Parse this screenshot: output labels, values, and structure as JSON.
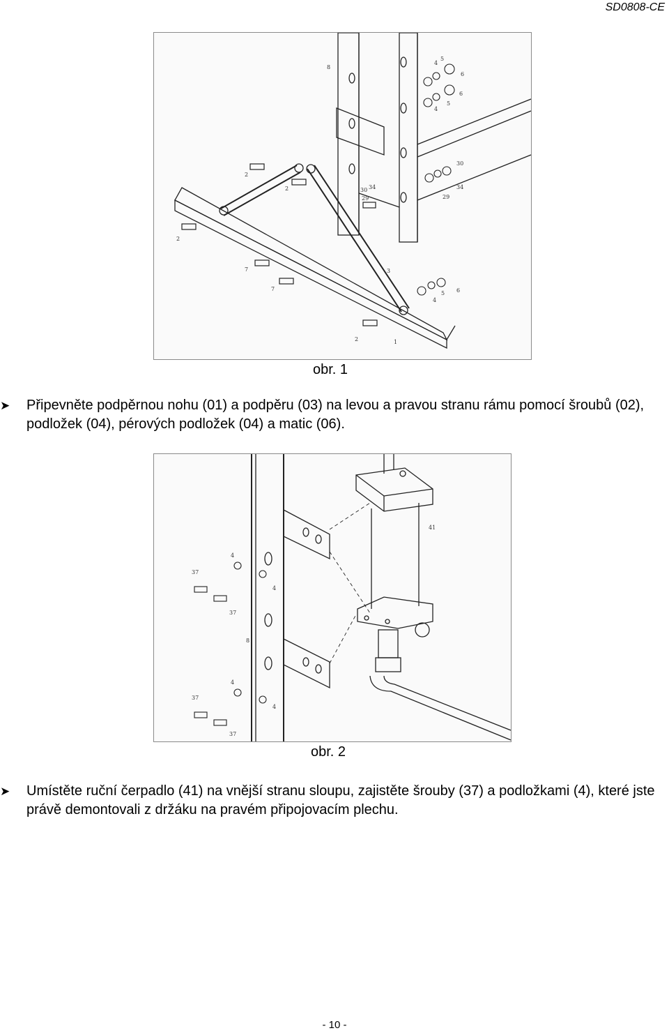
{
  "header": {
    "doc_code": "SD0808-CE"
  },
  "figure1": {
    "caption": "obr. 1",
    "part_labels": [
      "8",
      "4",
      "5",
      "6",
      "4",
      "5",
      "6",
      "2",
      "2",
      "30",
      "29",
      "34",
      "30",
      "34",
      "29",
      "2",
      "7",
      "7",
      "3",
      "4",
      "5",
      "6",
      "2",
      "1"
    ]
  },
  "instruction1": {
    "bullet_icon": "arrow-bullet-icon",
    "text": "Připevněte podpěrnou nohu (01) a podpěru (03) na levou a pravou stranu rámu pomocí šroubů (02), podložek (04), pérových podložek (04) a matic (06)."
  },
  "figure2": {
    "caption": "obr. 2",
    "part_labels": [
      "41",
      "4",
      "37",
      "4",
      "37",
      "8",
      "4",
      "37",
      "4",
      "37"
    ]
  },
  "instruction2": {
    "bullet_icon": "arrow-bullet-icon",
    "text": "Umístěte ruční čerpadlo (41) na vnější stranu sloupu, zajistěte šrouby (37) a podložkami (4), které jste právě demontovali z držáku na pravém připojovacím plechu."
  },
  "footer": {
    "page_number": "- 10 -"
  }
}
